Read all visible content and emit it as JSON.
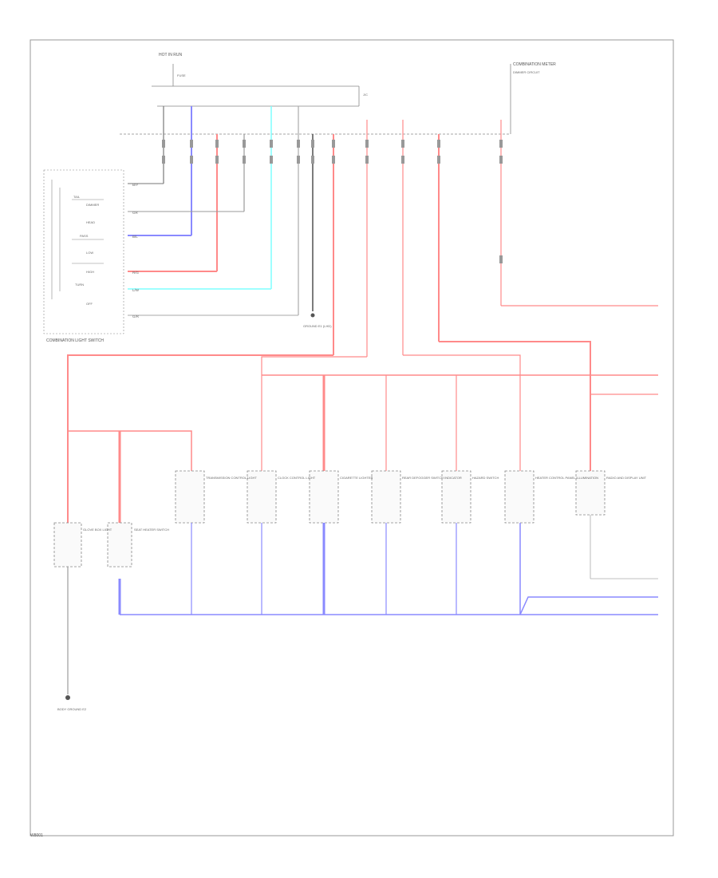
{
  "diagram": {
    "page_id": "W8001",
    "colors": {
      "wire_red": "#ff8a8a",
      "wire_blue": "#8a8aff",
      "wire_cyan": "#7fffff",
      "wire_dark": "#505050",
      "wire_gray": "#9a9a9a",
      "frame": "#999999"
    },
    "top_labels": {
      "hot_in_run": "HOT IN RUN",
      "fuse": "FUSE",
      "connector_top": "J/C",
      "combination_meter": "COMBINATION METER",
      "dimmer": "DIMMER CIRCUIT"
    },
    "switch_block": {
      "title": "COMBINATION LIGHT SWITCH",
      "items": [
        "TAIL",
        "DIMMER",
        "HEAD",
        "PASS",
        "LOW",
        "HIGH",
        "TURN",
        "OFF"
      ]
    },
    "ground_center": {
      "label": "GROUND E1 (LHD)"
    },
    "components": [
      {
        "name": "GLOVE BOX LIGHT"
      },
      {
        "name": "SEAT HEATER SWITCH"
      },
      {
        "name": "TRANSMISSION CONTROL LIGHT"
      },
      {
        "name": "CLOCK CONTROL LIGHT"
      },
      {
        "name": "CIGARETTE LIGHTER"
      },
      {
        "name": "REAR DEFOGGER SWITCH INDICATOR"
      },
      {
        "name": "HAZARD SWITCH"
      },
      {
        "name": "HEATER CONTROL PANEL ILLUMINATION"
      },
      {
        "name": "RADIO AND DISPLAY UNIT"
      }
    ],
    "ground_bottom": {
      "label": "BODY GROUND E2"
    },
    "wire_codes": {
      "red": "R/G",
      "blue": "B/L",
      "gray": "GR",
      "cyan": "L/W",
      "dark": "B/Y",
      "green": "G/R"
    }
  }
}
